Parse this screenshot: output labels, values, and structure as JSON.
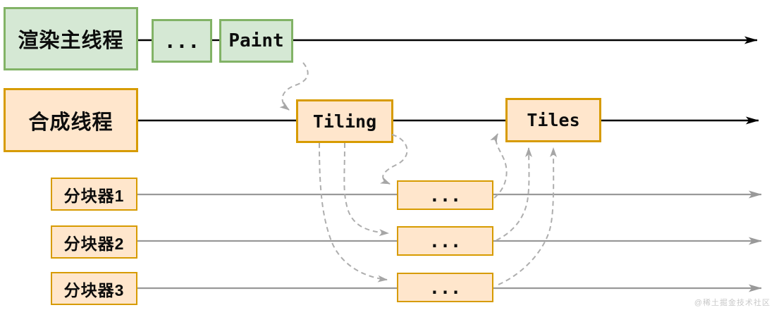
{
  "lanes": [
    {
      "label": "渲染主线程",
      "blocks": [
        "...",
        "Paint"
      ]
    },
    {
      "label": "合成线程",
      "blocks": [
        "Tiling",
        "Tiles"
      ]
    },
    {
      "label": "分块器1",
      "blocks": [
        "..."
      ]
    },
    {
      "label": "分块器2",
      "blocks": [
        "..."
      ]
    },
    {
      "label": "分块器3",
      "blocks": [
        "..."
      ]
    }
  ],
  "connections": [
    {
      "from": "Paint",
      "to": "Tiling"
    },
    {
      "from": "Tiling",
      "to": "分块器1"
    },
    {
      "from": "Tiling",
      "to": "分块器2"
    },
    {
      "from": "Tiling",
      "to": "分块器3"
    },
    {
      "from": "分块器1",
      "to": "Tiles"
    },
    {
      "from": "分块器2",
      "to": "Tiles"
    },
    {
      "from": "分块器3",
      "to": "Tiles"
    }
  ],
  "watermark": "@稀土掘金技术社区",
  "colors": {
    "green_fill": "#d5e8d4",
    "green_border": "#82b366",
    "orange_fill": "#ffe6cc",
    "orange_border": "#d79b00",
    "timeline": "#000000",
    "worker_timeline": "#999999",
    "dashed_connector": "#aeaeae",
    "watermark_text": "#c9c9c9"
  }
}
